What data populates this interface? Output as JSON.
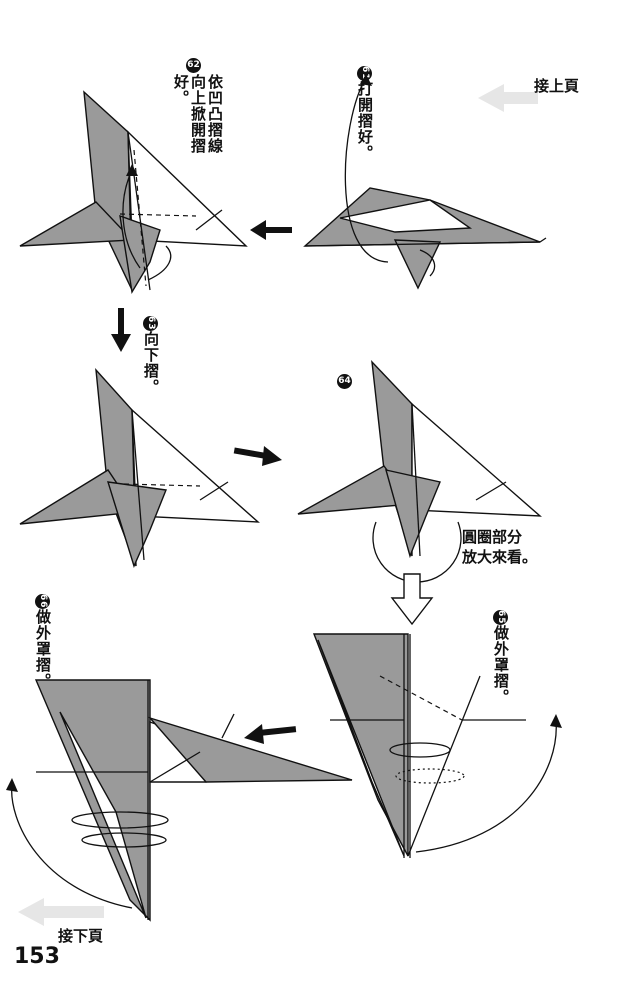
{
  "nav": {
    "prev_label": "接上頁",
    "next_label": "接下頁"
  },
  "page_number": "153",
  "steps": [
    {
      "num": "61",
      "text": "打開摺好。"
    },
    {
      "num": "62",
      "text": "依凹凸摺線向上掀開摺好。"
    },
    {
      "num": "63",
      "text": "向下摺。"
    },
    {
      "num": "64",
      "text": ""
    },
    {
      "num": "65",
      "text": "做外罩摺。"
    },
    {
      "num": "66",
      "text": "做外罩摺。"
    }
  ],
  "zoom_note": {
    "line1": "圓圈部分",
    "line2": "放大來看。"
  }
}
